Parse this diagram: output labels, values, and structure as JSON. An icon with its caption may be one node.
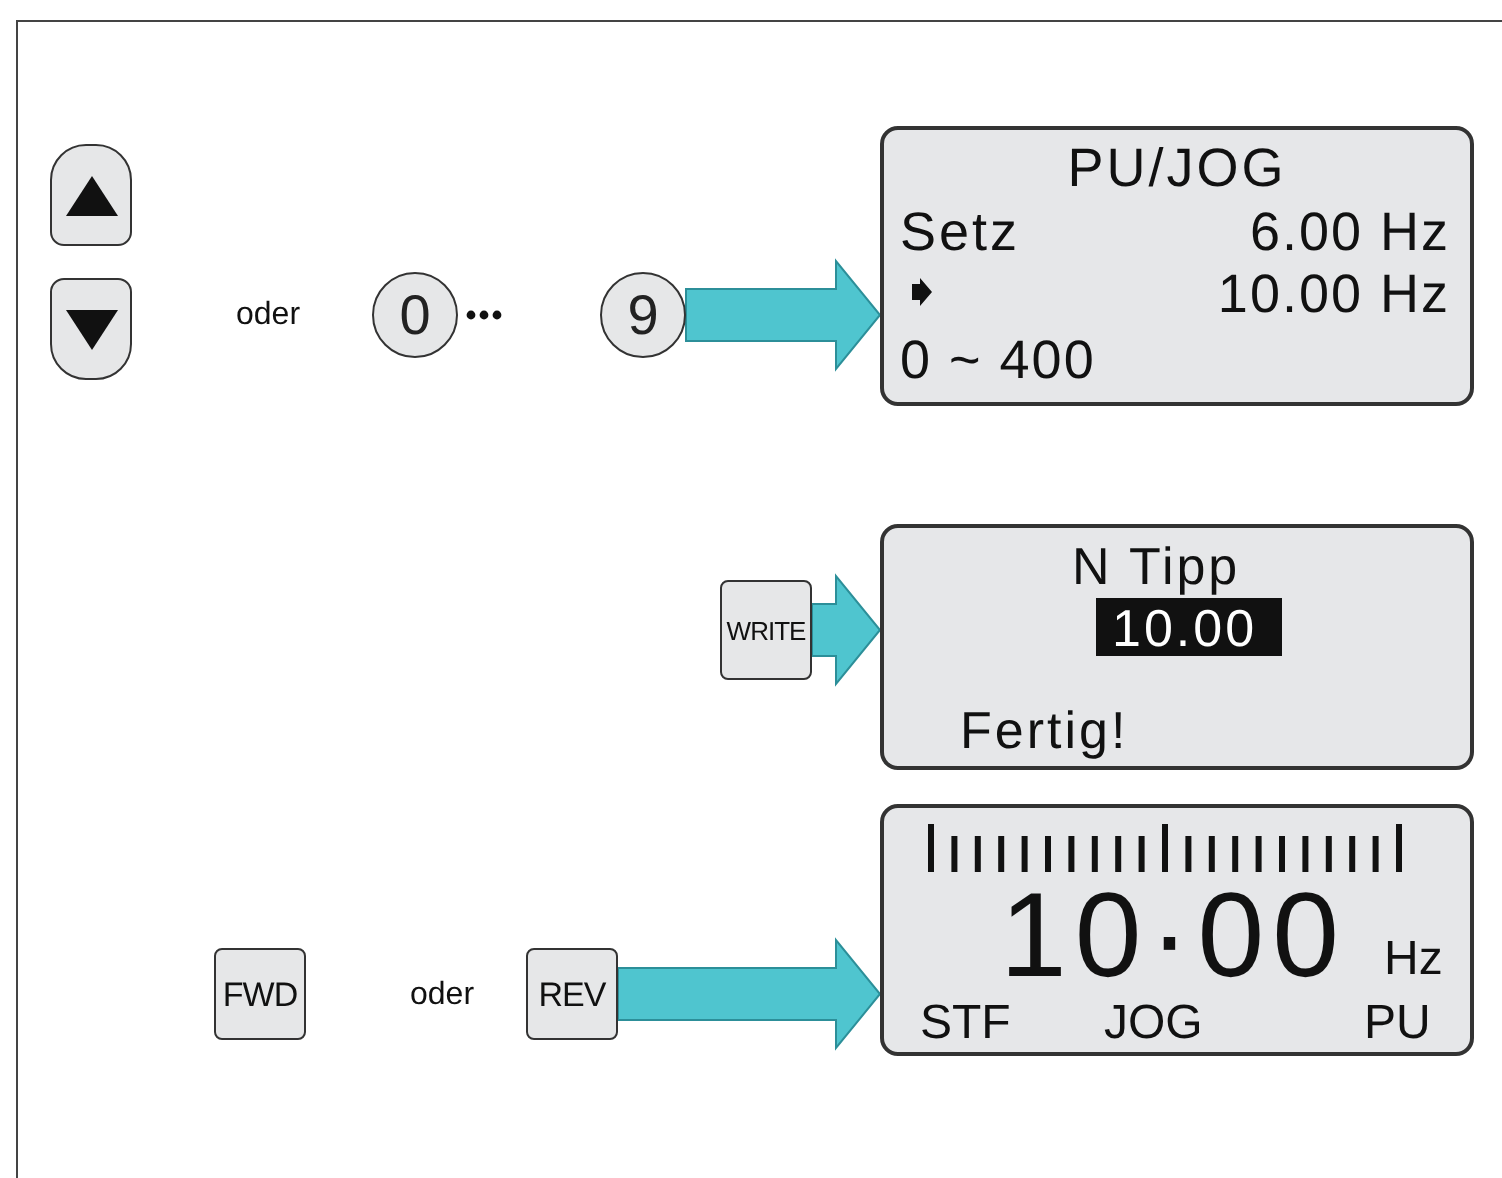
{
  "diagram": {
    "nodes": [
      {
        "text": [],
        "shape": "box"
      },
      {
        "text": [],
        "shape": "box"
      },
      {
        "text": [
          "0"
        ]
      },
      {
        "text": [
          "9"
        ]
      },
      {
        "text": [
          "PU/JOG",
          "Setz",
          "6.00 Hz",
          "10.00 Hz",
          "0 ~ 400"
        ]
      },
      {
        "text": [
          "WRITE"
        ]
      },
      {
        "text": [
          "N Tipp",
          "10.00",
          "Fertig!"
        ]
      },
      {
        "text": [
          "FWD"
        ]
      },
      {
        "text": [
          "REV"
        ]
      },
      {
        "text": [
          "10·00",
          "Hz",
          "STF",
          "JOG",
          "PU"
        ]
      }
    ],
    "edges": [
      {
        "from": 3,
        "to": 4,
        "arrow": "to"
      },
      {
        "from": 5,
        "to": 6,
        "arrow": "to"
      },
      {
        "from": 8,
        "to": 9,
        "arrow": "to"
      }
    ],
    "labels": [
      "oder",
      "oder"
    ]
  }
}
